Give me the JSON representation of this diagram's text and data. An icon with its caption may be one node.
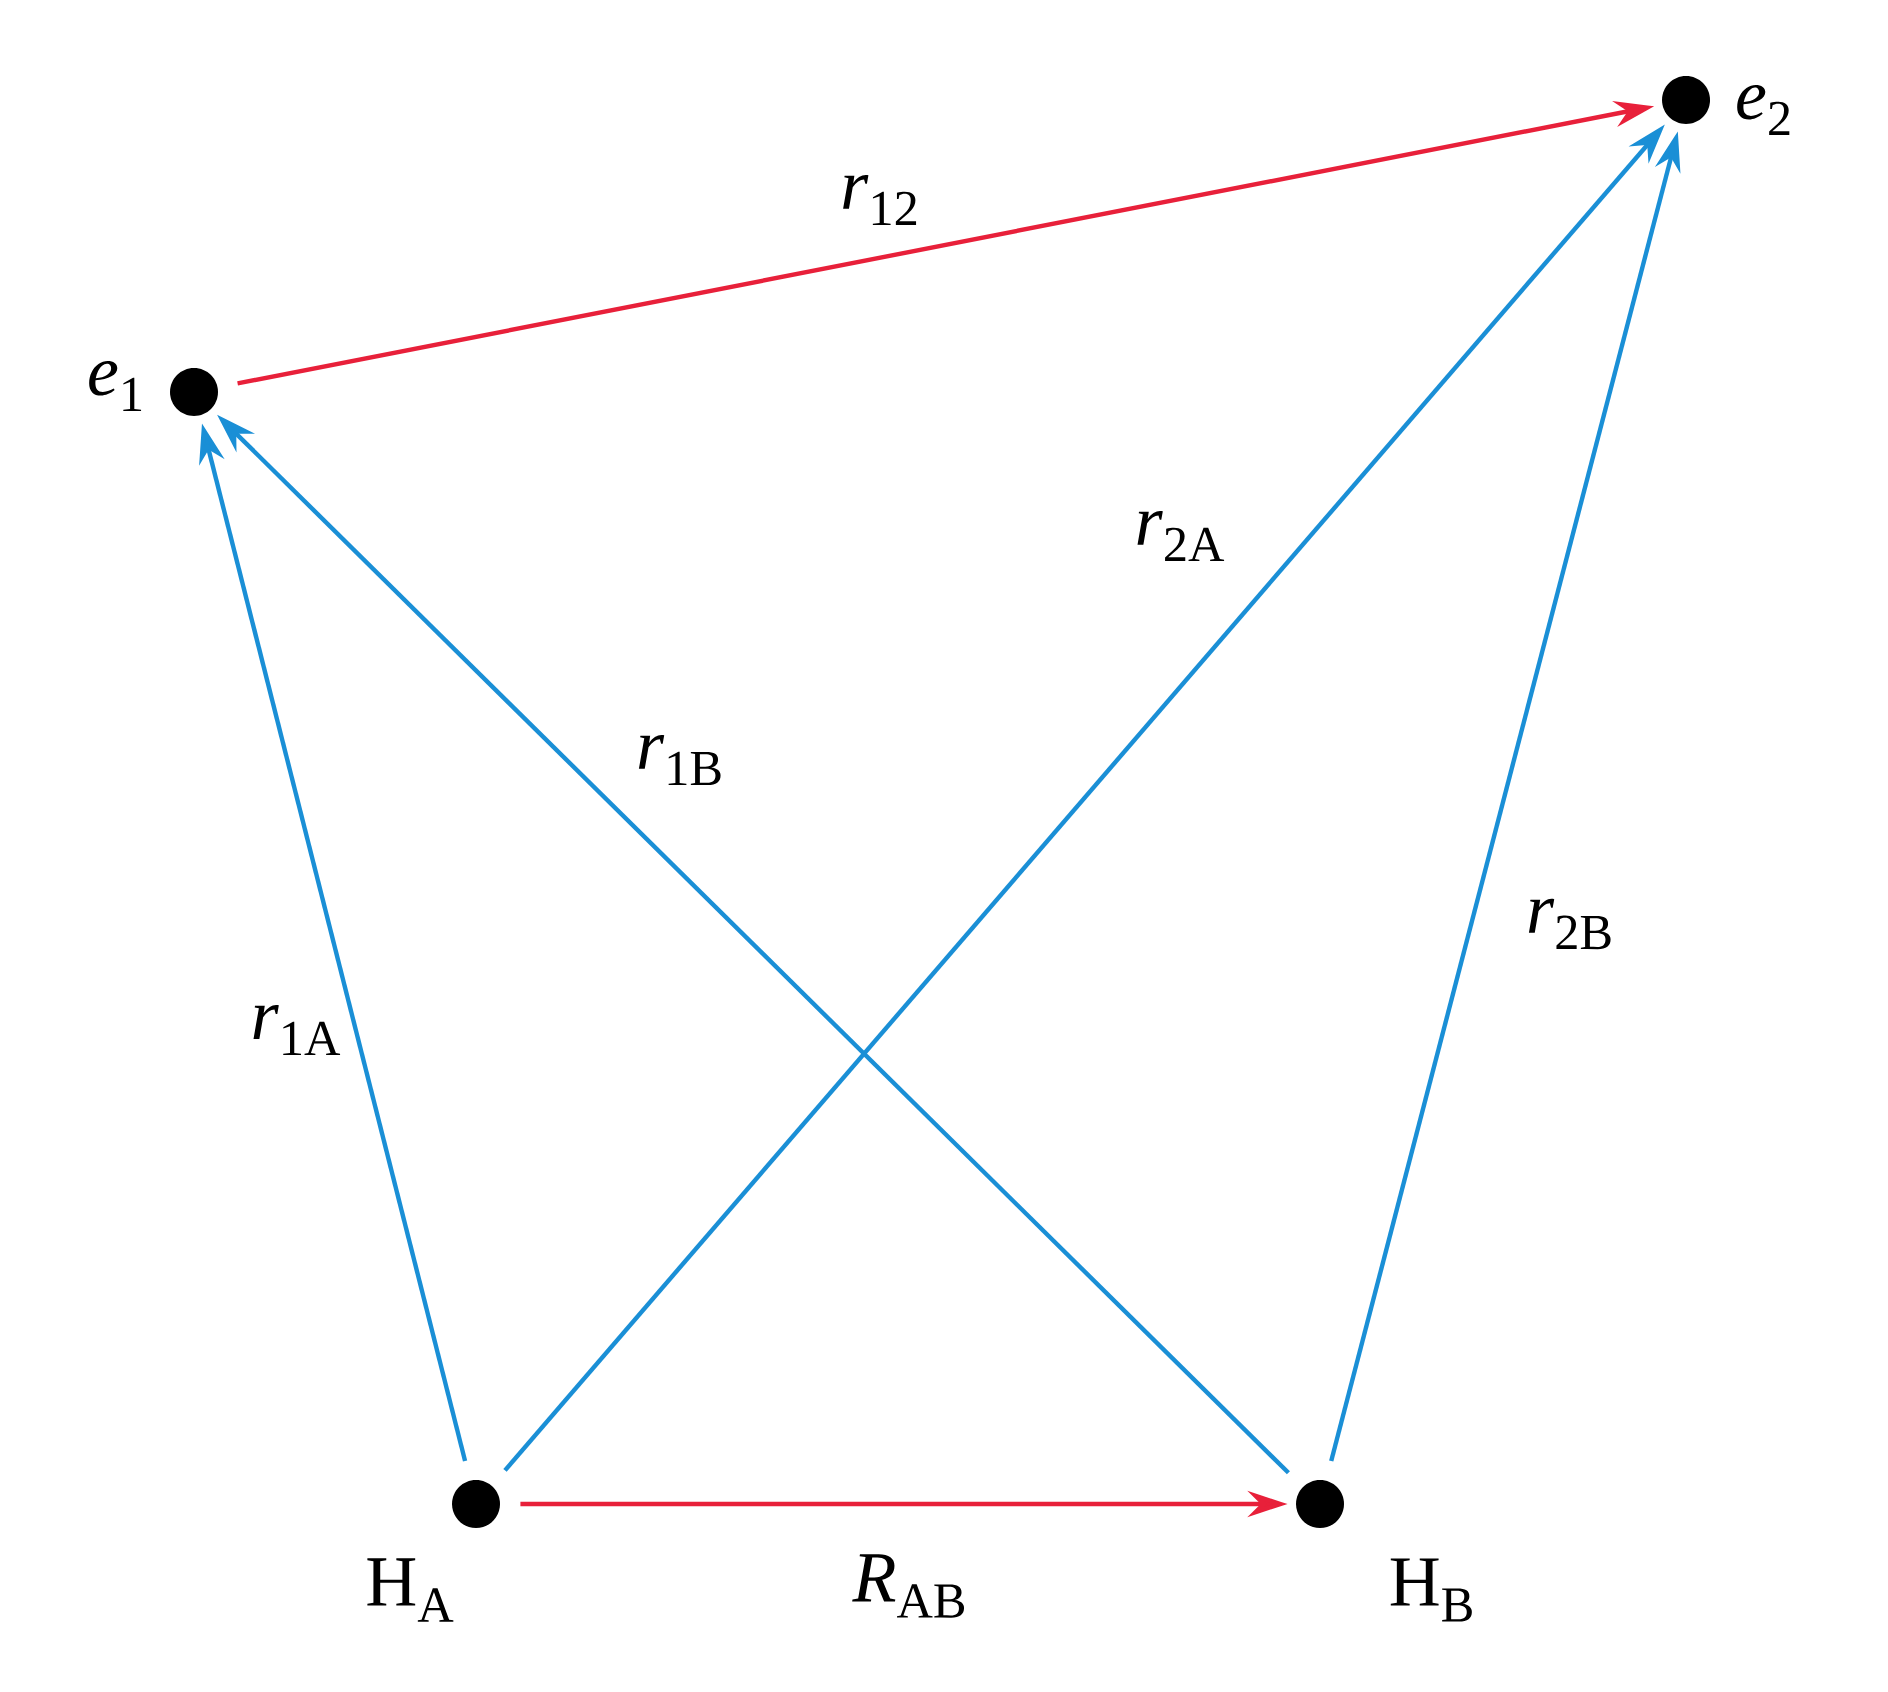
{
  "diagram": {
    "nodes": [
      {
        "text": [],
        "shape": "circle",
        "beside": [
          "*e*$_{1}$"
        ]
      },
      {
        "text": [],
        "shape": "circle",
        "beside": [
          "*e*$_{2}$"
        ]
      },
      {
        "text": [],
        "shape": "circle",
        "beside": [
          "H$_{A}$"
        ]
      },
      {
        "text": [],
        "shape": "circle",
        "beside": [
          "H$_{B}$"
        ]
      }
    ],
    "edges": [
      {
        "from": 0,
        "to": 1,
        "arrow": "to",
        "label": "*r*$_{12}$",
        "color": "#e8203a"
      },
      {
        "from": 2,
        "to": 0,
        "arrow": "to",
        "label": "*r*$_{1A}$"
      },
      {
        "from": 3,
        "to": 0,
        "arrow": "to",
        "label": "*r*$_{1B}$"
      },
      {
        "from": 2,
        "to": 1,
        "arrow": "to",
        "label": "*r*$_{2A}$"
      },
      {
        "from": 3,
        "to": 1,
        "arrow": "to",
        "label": "*r*$_{2B}$"
      },
      {
        "from": 2,
        "to": 3,
        "arrow": "to",
        "label": "*R*$_{AB}$",
        "color": "#e8203a"
      }
    ]
  }
}
